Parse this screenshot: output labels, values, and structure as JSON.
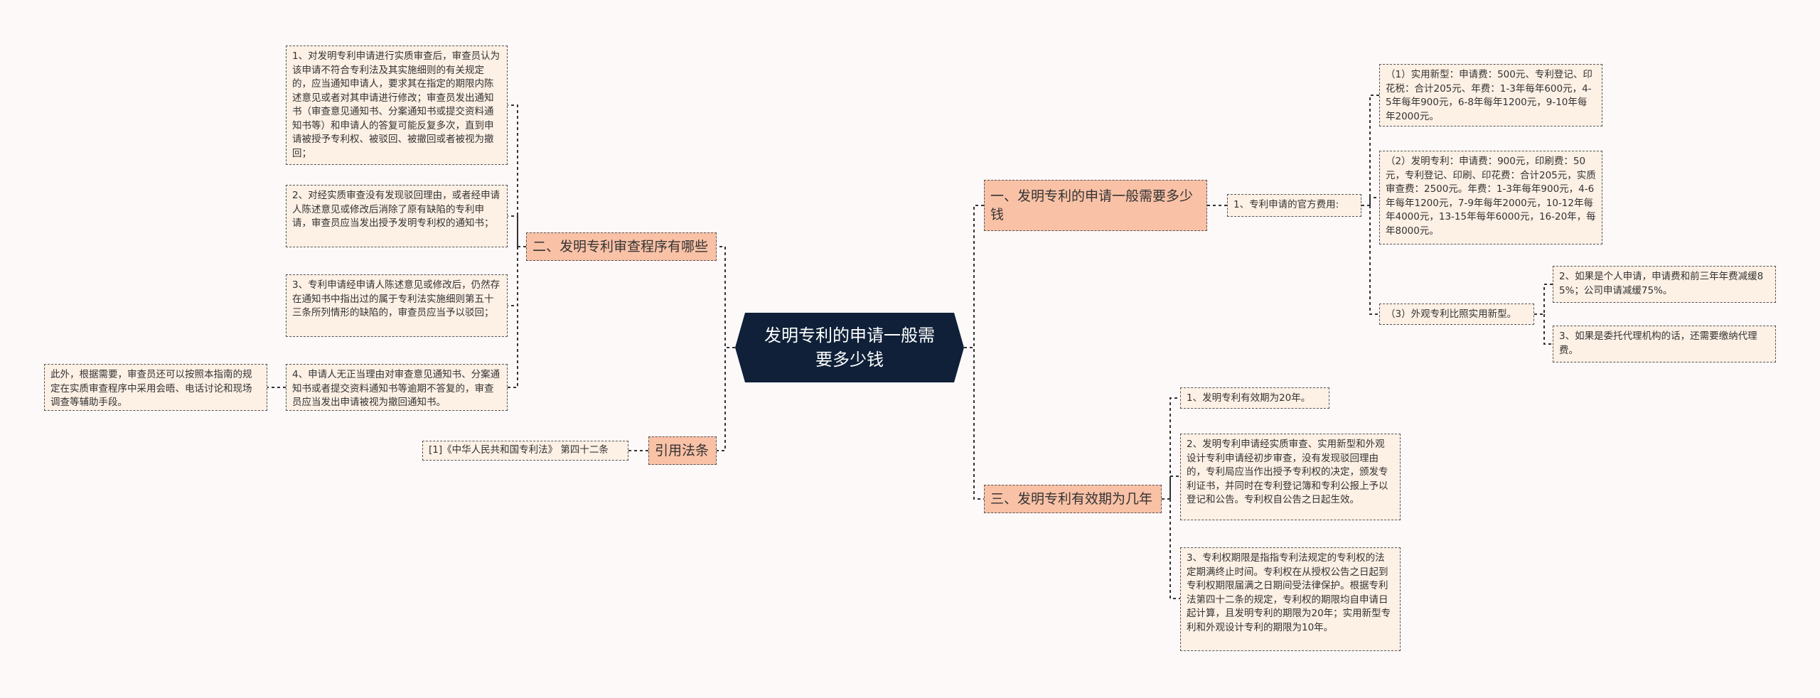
{
  "root": {
    "title": "发明专利的申请一般需要多少钱"
  },
  "right": {
    "branch1": {
      "label": "一、发明专利的申请一般需要多少钱",
      "official_fee": {
        "label": "1、专利申请的官方费用:",
        "items": [
          "（1）实用新型：申请费：500元、专利登记、印花税：合计205元、年费：1-3年每年600元，4-5年每年900元，6-8年每年1200元，9-10年每年2000元。",
          "（2）发明专利：申请费：900元，印刷费：50元，专利登记、印刷、印花费：合计205元，实质审查费：2500元。年费：1-3年每年900元，4-6年每年1200元，7-9年每年2000元，10-12年每年4000元，13-15年每年6000元，16-20年，每年8000元。",
          "（3）外观专利比照实用新型。"
        ]
      },
      "notes": [
        "2、如果是个人申请，申请费和前三年年费减缓85%；公司申请减缓75%。",
        "3、如果是委托代理机构的话，还需要缴纳代理费。"
      ]
    },
    "branch3": {
      "label": "三、发明专利有效期为几年",
      "items": [
        "1、发明专利有效期为20年。",
        "2、发明专利申请经实质审查、实用新型和外观设计专利申请经初步审查，没有发现驳回理由的，专利局应当作出授予专利权的决定，颁发专利证书，并同时在专利登记簿和专利公报上予以登记和公告。专利权自公告之日起生效。",
        "3、专利权期限是指指专利法规定的专利权的法定期满终止时间。专利权在从授权公告之日起到专利权期限届满之日期间受法律保护。根据专利法第四十二条的规定，专利权的期限均自申请日起计算，且发明专利的期限为20年；实用新型专利和外观设计专利的期限为10年。"
      ]
    }
  },
  "left": {
    "branch2": {
      "label": "二、发明专利审查程序有哪些",
      "items": [
        "1、对发明专利申请进行实质审查后，审查员认为该申请不符合专利法及其实施细则的有关规定的，应当通知申请人，要求其在指定的期限内陈述意见或者对其申请进行修改；审查员发出通知书（审查意见通知书、分案通知书或提交资料通知书等）和申请人的答复可能反复多次，直到申请被授予专利权、被驳回、被撤回或者被视为撤回；",
        "2、对经实质审查没有发现驳回理由，或者经申请人陈述意见或修改后消除了原有缺陷的专利申请，审查员应当发出授予发明专利权的通知书；",
        "3、专利申请经申请人陈述意见或修改后，仍然存在通知书中指出过的属于专利法实施细则第五十三条所列情形的缺陷的，审查员应当予以驳回；",
        "4、申请人无正当理由对审查意见通知书、分案通知书或者提交资料通知书等逾期不答复的，审查员应当发出申请被视为撤回通知书。"
      ],
      "extra": "此外，根据需要，审查员还可以按照本指南的规定在实质审查程序中采用会晤、电话讨论和现场调查等辅助手段。"
    },
    "citation": {
      "label": "引用法条",
      "item": "[1]《中华人民共和国专利法》 第四十二条"
    }
  }
}
